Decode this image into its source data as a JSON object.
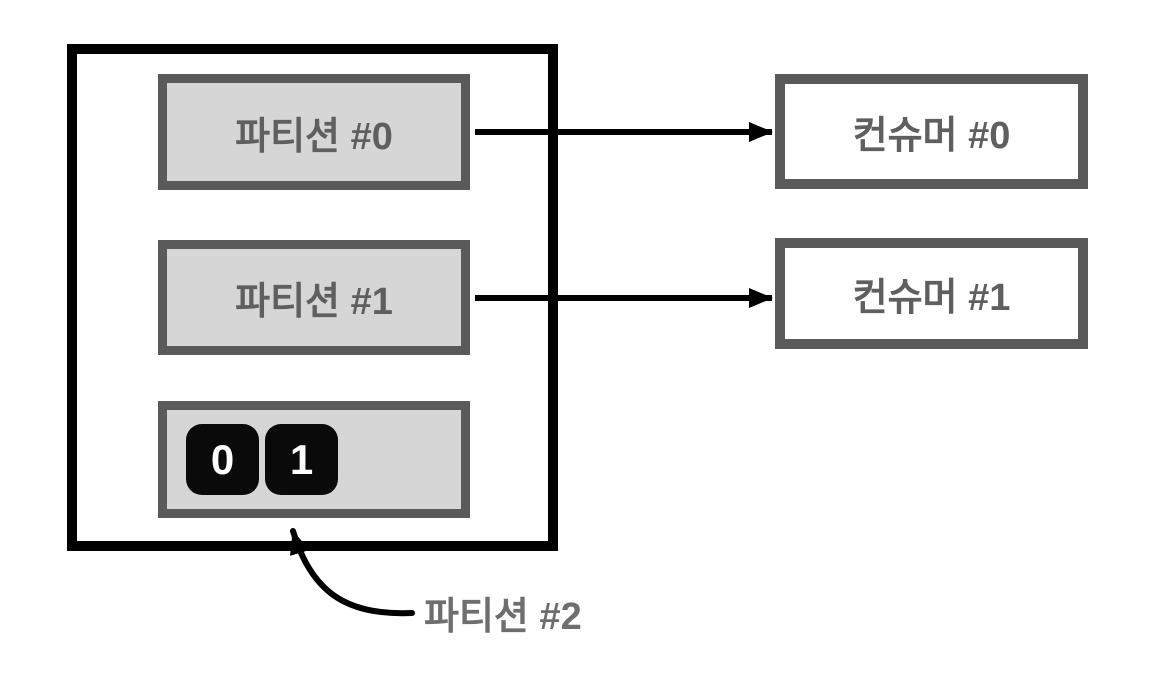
{
  "diagram": {
    "topic": {
      "partitions": [
        {
          "label": "파티션 #0"
        },
        {
          "label": "파티션 #1"
        },
        {
          "label": "파티션 #2",
          "records": [
            "0",
            "1"
          ]
        }
      ]
    },
    "consumers": [
      {
        "label": "컨슈머 #0"
      },
      {
        "label": "컨슈머 #1"
      }
    ],
    "callout": {
      "label": "파티션 #2"
    },
    "colors": {
      "outer_border": "#000000",
      "box_border": "#5a5a5a",
      "box_fill": "#d6d6d6",
      "consumer_fill": "#ffffff",
      "box_text": "#5f5f5f",
      "callout_text": "#6e6e6e",
      "record_fill": "#0a0a0a",
      "record_text": "#ffffff",
      "arrow": "#000000"
    }
  }
}
